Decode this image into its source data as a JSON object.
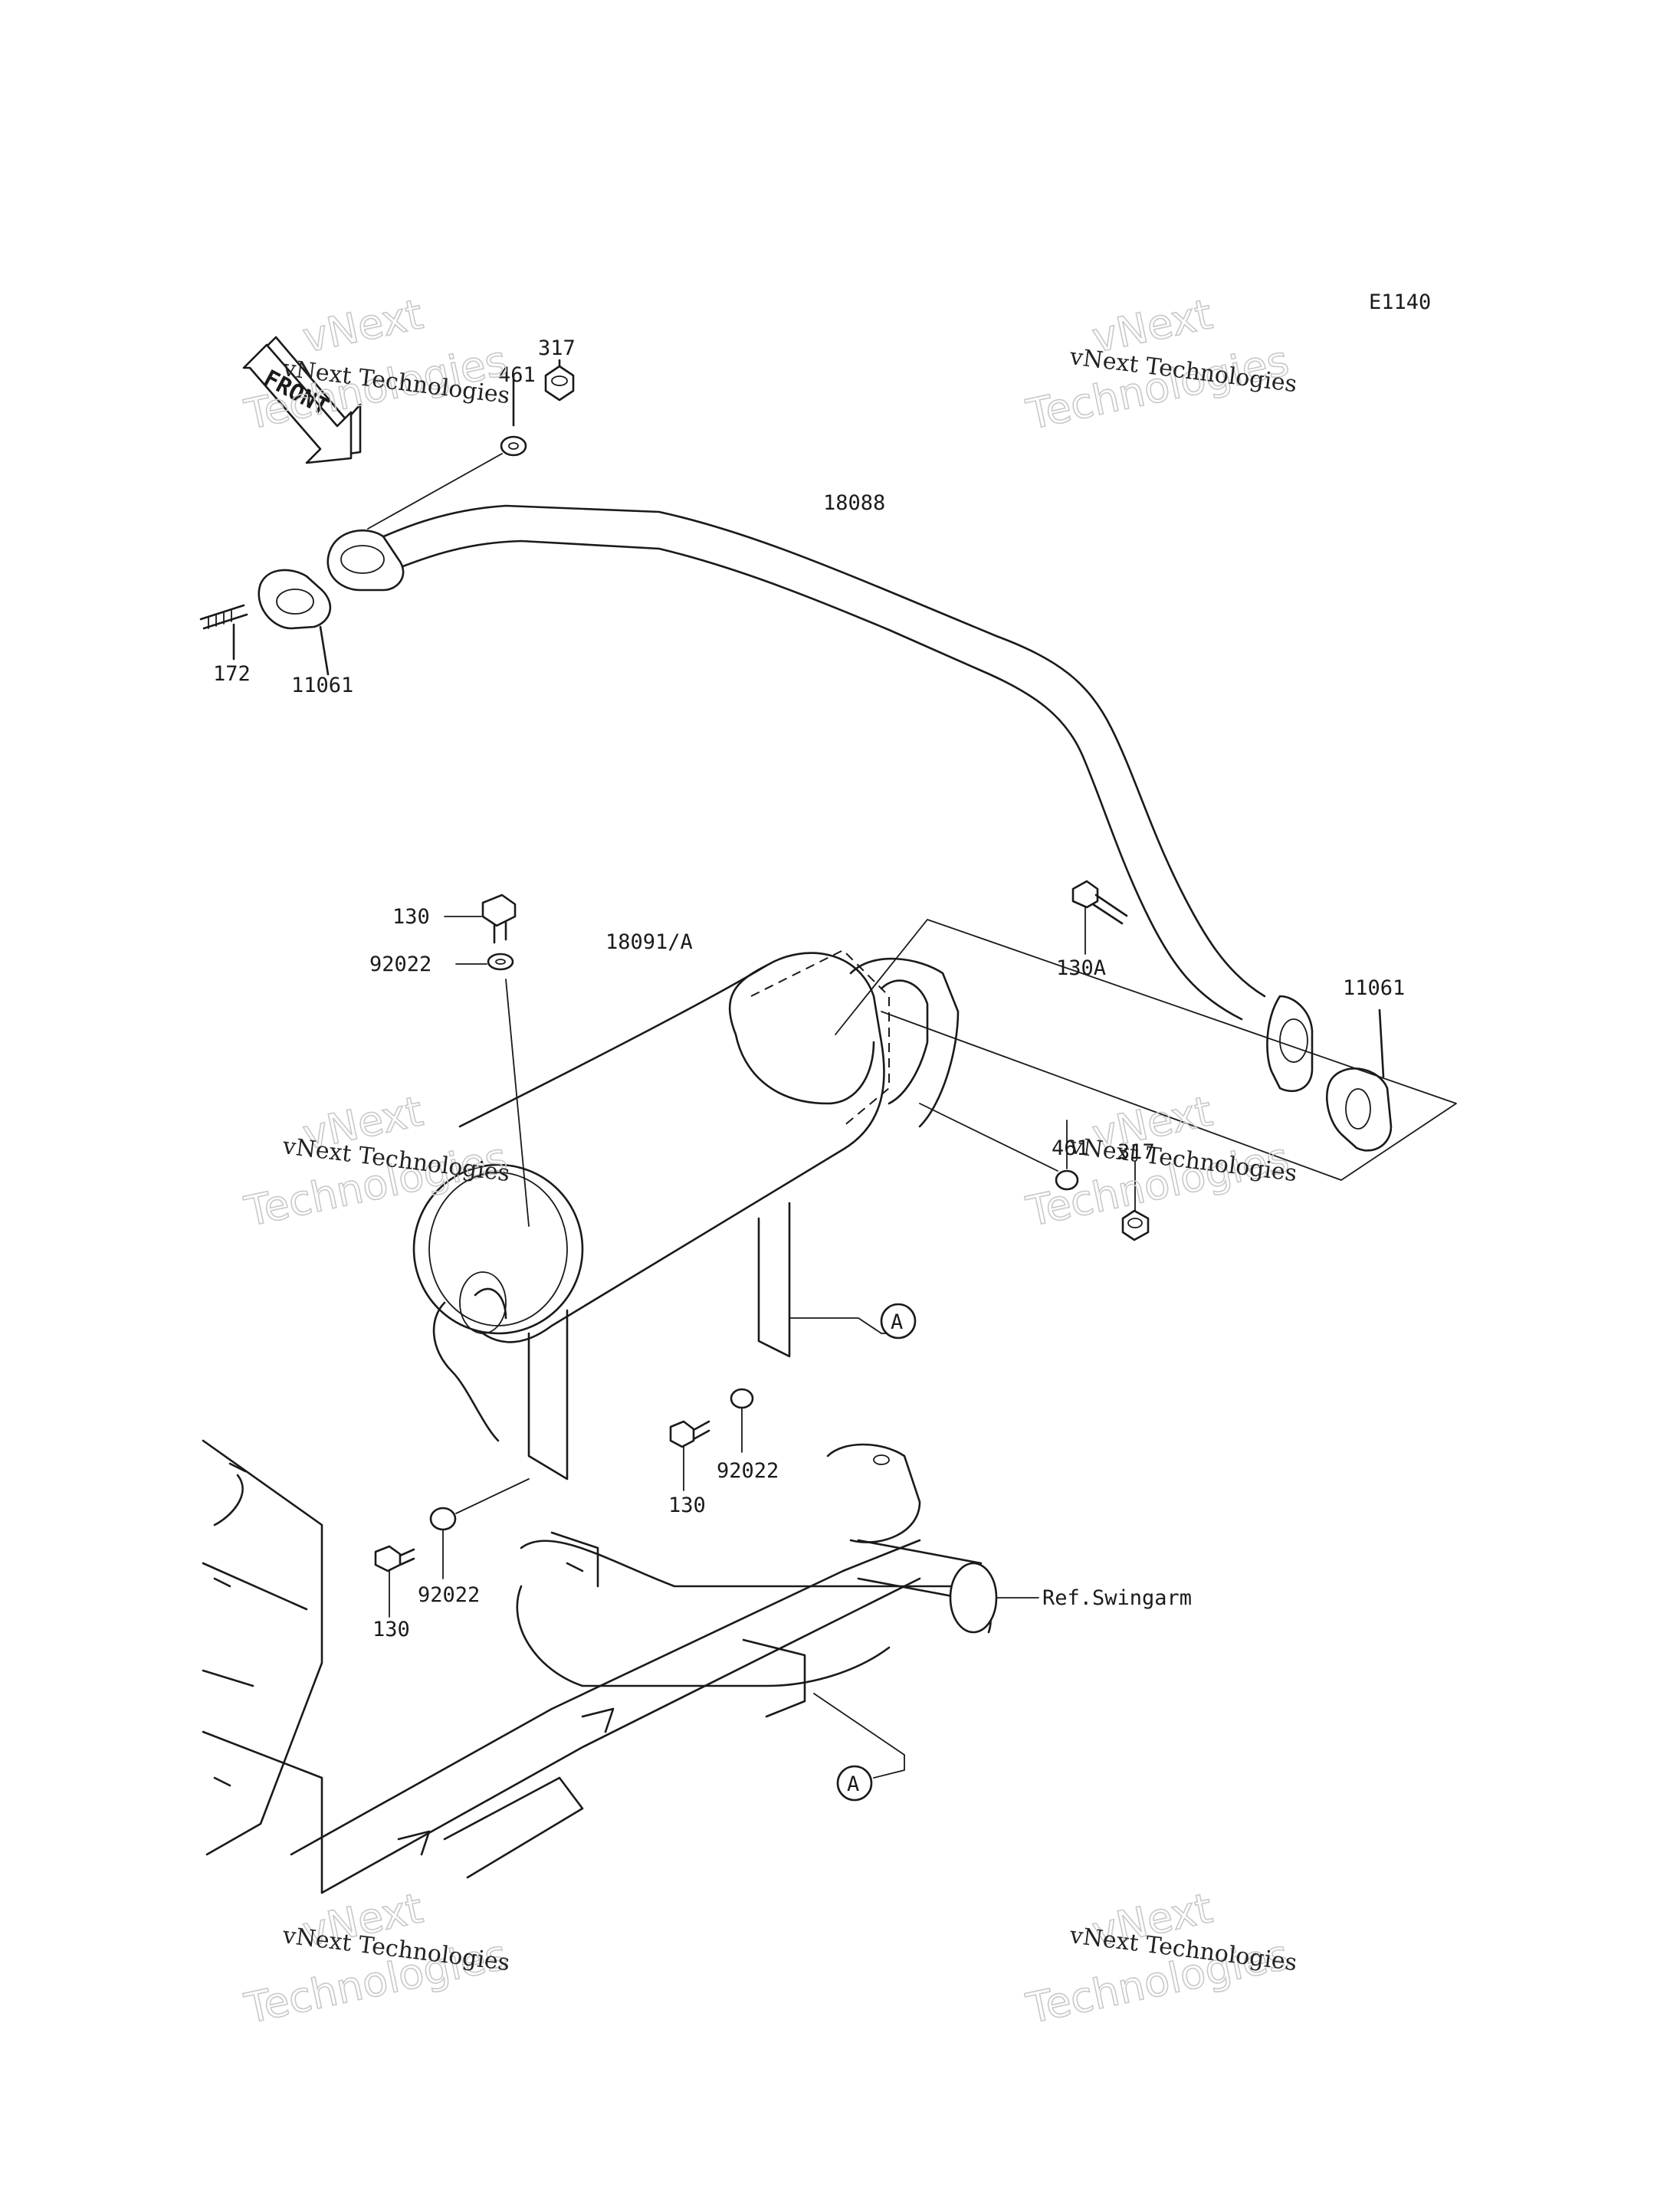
{
  "diagram_code": "E1140",
  "front_label": "FRONT",
  "parts": {
    "nut_317_top": "317",
    "washer_461_top": "461",
    "pipe_18088": "18088",
    "stud_172": "172",
    "gasket_11061_left": "11061",
    "bolt_130_top": "130",
    "washer_92022_top": "92022",
    "muffler_18091": "18091/A",
    "bolt_130A": "130A",
    "gasket_11061_right": "11061",
    "washer_461_right": "461",
    "nut_317_right": "317",
    "washer_92022_mid": "92022",
    "bolt_130_mid": "130",
    "washer_92022_low": "92022",
    "bolt_130_low": "130",
    "ref_swingarm": "Ref.Swingarm",
    "ref_a_upper": "A",
    "ref_a_lower": "A"
  },
  "watermarks": {
    "text_small": "vNext Technologies",
    "text_big_1": "vNext",
    "text_big_2": "Technologies"
  }
}
